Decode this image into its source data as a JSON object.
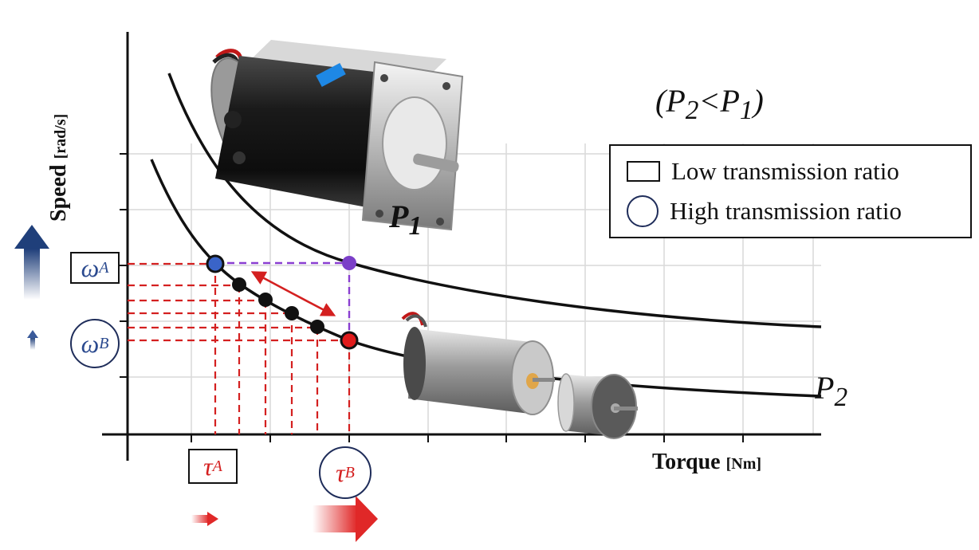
{
  "power_note": {
    "open": "(",
    "p2": "P",
    "p2_sub": "2",
    "lt": "<",
    "p1": "P",
    "p1_sub": "1",
    "close": ")"
  },
  "legend": {
    "low_label": "Low transmission ratio",
    "high_label": "High transmission ratio"
  },
  "axes": {
    "y_title": "Speed",
    "y_unit": "[rad/s]",
    "x_title": "Torque",
    "x_unit": "[Nm]"
  },
  "callouts": {
    "omega": "ω",
    "tau": "τ",
    "a_sub": "A",
    "b_sub": "B"
  },
  "curves": {
    "p1_main": "P",
    "p1_sub": "1",
    "p2_main": "P",
    "p2_sub": "2"
  },
  "colors": {
    "curve": "#111111",
    "grid": "#d9d9d9",
    "dashed_red": "#d42020",
    "dashed_purple": "#8a3fd1",
    "point_blue": "#3a64c8",
    "point_purple": "#7b3fc8",
    "point_red": "#e01b1b",
    "point_black": "#111111",
    "arrow_up": "#1f3f7a",
    "arrow_right": "#e02828"
  },
  "icons": {
    "big_motor": "dc-motor-large-icon",
    "small_motors": "dc-motor-small-icon",
    "up_arrows": "arrow-up-icon",
    "right_arrows": "arrow-right-icon",
    "tradeoff_arrow": "double-arrow-icon"
  }
}
